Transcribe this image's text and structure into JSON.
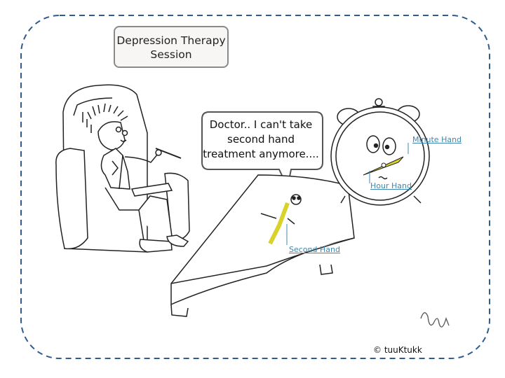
{
  "title": {
    "line1": "Depression Therapy",
    "line2": "Session"
  },
  "speech": {
    "line1": "Doctor.. I can't take",
    "line2": "second hand",
    "line3": "treatment anymore...."
  },
  "annotations": {
    "minute_hand": "Minute Hand",
    "hour_hand": "Hour Hand",
    "second_hand": "Second Hand"
  },
  "credit": "© tuuKtukk",
  "colors": {
    "frame_border": "#2f5b8e",
    "annotation": "#3f87b0",
    "clock_hands": "#d8d22a",
    "title_box_border": "#8a8a8a"
  }
}
